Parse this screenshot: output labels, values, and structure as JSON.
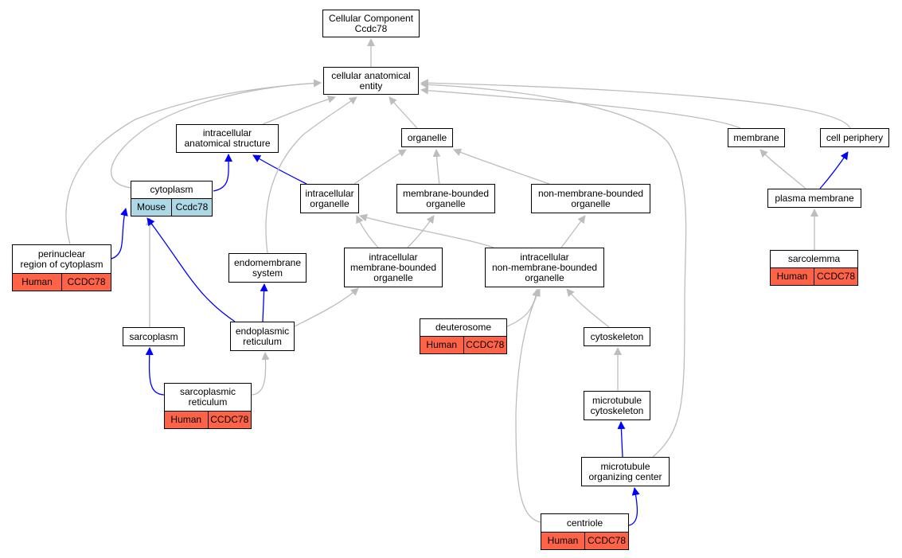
{
  "colors": {
    "is_a": "#bdbdbd",
    "part_of": "#0000ff",
    "human": "#ff6347",
    "mouse": "#add8e6"
  },
  "nodes": {
    "root": {
      "label": "Cellular Component\nCcdc78"
    },
    "cae": {
      "label": "cellular anatomical\nentity"
    },
    "ias": {
      "label": "intracellular\nanatomical structure"
    },
    "organelle": {
      "label": "organelle"
    },
    "membrane": {
      "label": "membrane"
    },
    "cellperiphery": {
      "label": "cell periphery"
    },
    "cytoplasm": {
      "label": "cytoplasm",
      "species": "Mouse",
      "gene": "Ccdc78"
    },
    "intraorg": {
      "label": "intracellular\norganelle"
    },
    "mbo": {
      "label": "membrane-bounded\norganelle"
    },
    "nmbo": {
      "label": "non-membrane-bounded\norganelle"
    },
    "plasmamem": {
      "label": "plasma membrane"
    },
    "perinuc": {
      "label": "perinuclear\nregion of cytoplasm",
      "species": "Human",
      "gene": "CCDC78"
    },
    "endomem": {
      "label": "endomembrane\nsystem"
    },
    "imbo": {
      "label": "intracellular\nmembrane-bounded\norganelle"
    },
    "inmbo": {
      "label": "intracellular\nnon-membrane-bounded\norganelle"
    },
    "sarcolemma": {
      "label": "sarcolemma",
      "species": "Human",
      "gene": "CCDC78"
    },
    "sarcoplasm": {
      "label": "sarcoplasm"
    },
    "er": {
      "label": "endoplasmic\nreticulum"
    },
    "deuterosome": {
      "label": "deuterosome",
      "species": "Human",
      "gene": "CCDC78"
    },
    "cytoskeleton": {
      "label": "cytoskeleton"
    },
    "sr": {
      "label": "sarcoplasmic\nreticulum",
      "species": "Human",
      "gene": "CCDC78"
    },
    "mtcyto": {
      "label": "microtubule\ncytoskeleton"
    },
    "mtoc": {
      "label": "microtubule\norganizing center"
    },
    "centriole": {
      "label": "centriole",
      "species": "Human",
      "gene": "CCDC78"
    }
  },
  "edges": [
    {
      "from": "cae",
      "to": "root",
      "type": "is_a"
    },
    {
      "from": "ias",
      "to": "cae",
      "type": "is_a"
    },
    {
      "from": "organelle",
      "to": "cae",
      "type": "is_a"
    },
    {
      "from": "membrane",
      "to": "cae",
      "type": "is_a"
    },
    {
      "from": "cellperiphery",
      "to": "cae",
      "type": "is_a"
    },
    {
      "from": "cytoplasm",
      "to": "cae",
      "type": "is_a"
    },
    {
      "from": "cytoplasm",
      "to": "ias",
      "type": "part_of"
    },
    {
      "from": "intraorg",
      "to": "ias",
      "type": "part_of"
    },
    {
      "from": "intraorg",
      "to": "organelle",
      "type": "is_a"
    },
    {
      "from": "mbo",
      "to": "organelle",
      "type": "is_a"
    },
    {
      "from": "nmbo",
      "to": "organelle",
      "type": "is_a"
    },
    {
      "from": "plasmamem",
      "to": "membrane",
      "type": "is_a"
    },
    {
      "from": "plasmamem",
      "to": "cellperiphery",
      "type": "part_of"
    },
    {
      "from": "perinuc",
      "to": "cae",
      "type": "is_a"
    },
    {
      "from": "perinuc",
      "to": "cytoplasm",
      "type": "part_of"
    },
    {
      "from": "endomem",
      "to": "cae",
      "type": "is_a"
    },
    {
      "from": "imbo",
      "to": "intraorg",
      "type": "is_a"
    },
    {
      "from": "imbo",
      "to": "mbo",
      "type": "is_a"
    },
    {
      "from": "inmbo",
      "to": "intraorg",
      "type": "is_a"
    },
    {
      "from": "inmbo",
      "to": "nmbo",
      "type": "is_a"
    },
    {
      "from": "sarcolemma",
      "to": "plasmamem",
      "type": "is_a"
    },
    {
      "from": "sarcoplasm",
      "to": "cytoplasm",
      "type": "is_a"
    },
    {
      "from": "er",
      "to": "cytoplasm",
      "type": "part_of"
    },
    {
      "from": "er",
      "to": "endomem",
      "type": "part_of"
    },
    {
      "from": "er",
      "to": "imbo",
      "type": "is_a"
    },
    {
      "from": "deuterosome",
      "to": "inmbo",
      "type": "is_a"
    },
    {
      "from": "cytoskeleton",
      "to": "inmbo",
      "type": "is_a"
    },
    {
      "from": "sr",
      "to": "sarcoplasm",
      "type": "part_of"
    },
    {
      "from": "sr",
      "to": "er",
      "type": "is_a"
    },
    {
      "from": "mtcyto",
      "to": "cytoskeleton",
      "type": "is_a"
    },
    {
      "from": "mtoc",
      "to": "mtcyto",
      "type": "part_of"
    },
    {
      "from": "mtoc",
      "to": "cae",
      "type": "is_a"
    },
    {
      "from": "centriole",
      "to": "mtoc",
      "type": "part_of"
    },
    {
      "from": "centriole",
      "to": "inmbo",
      "type": "is_a"
    }
  ]
}
